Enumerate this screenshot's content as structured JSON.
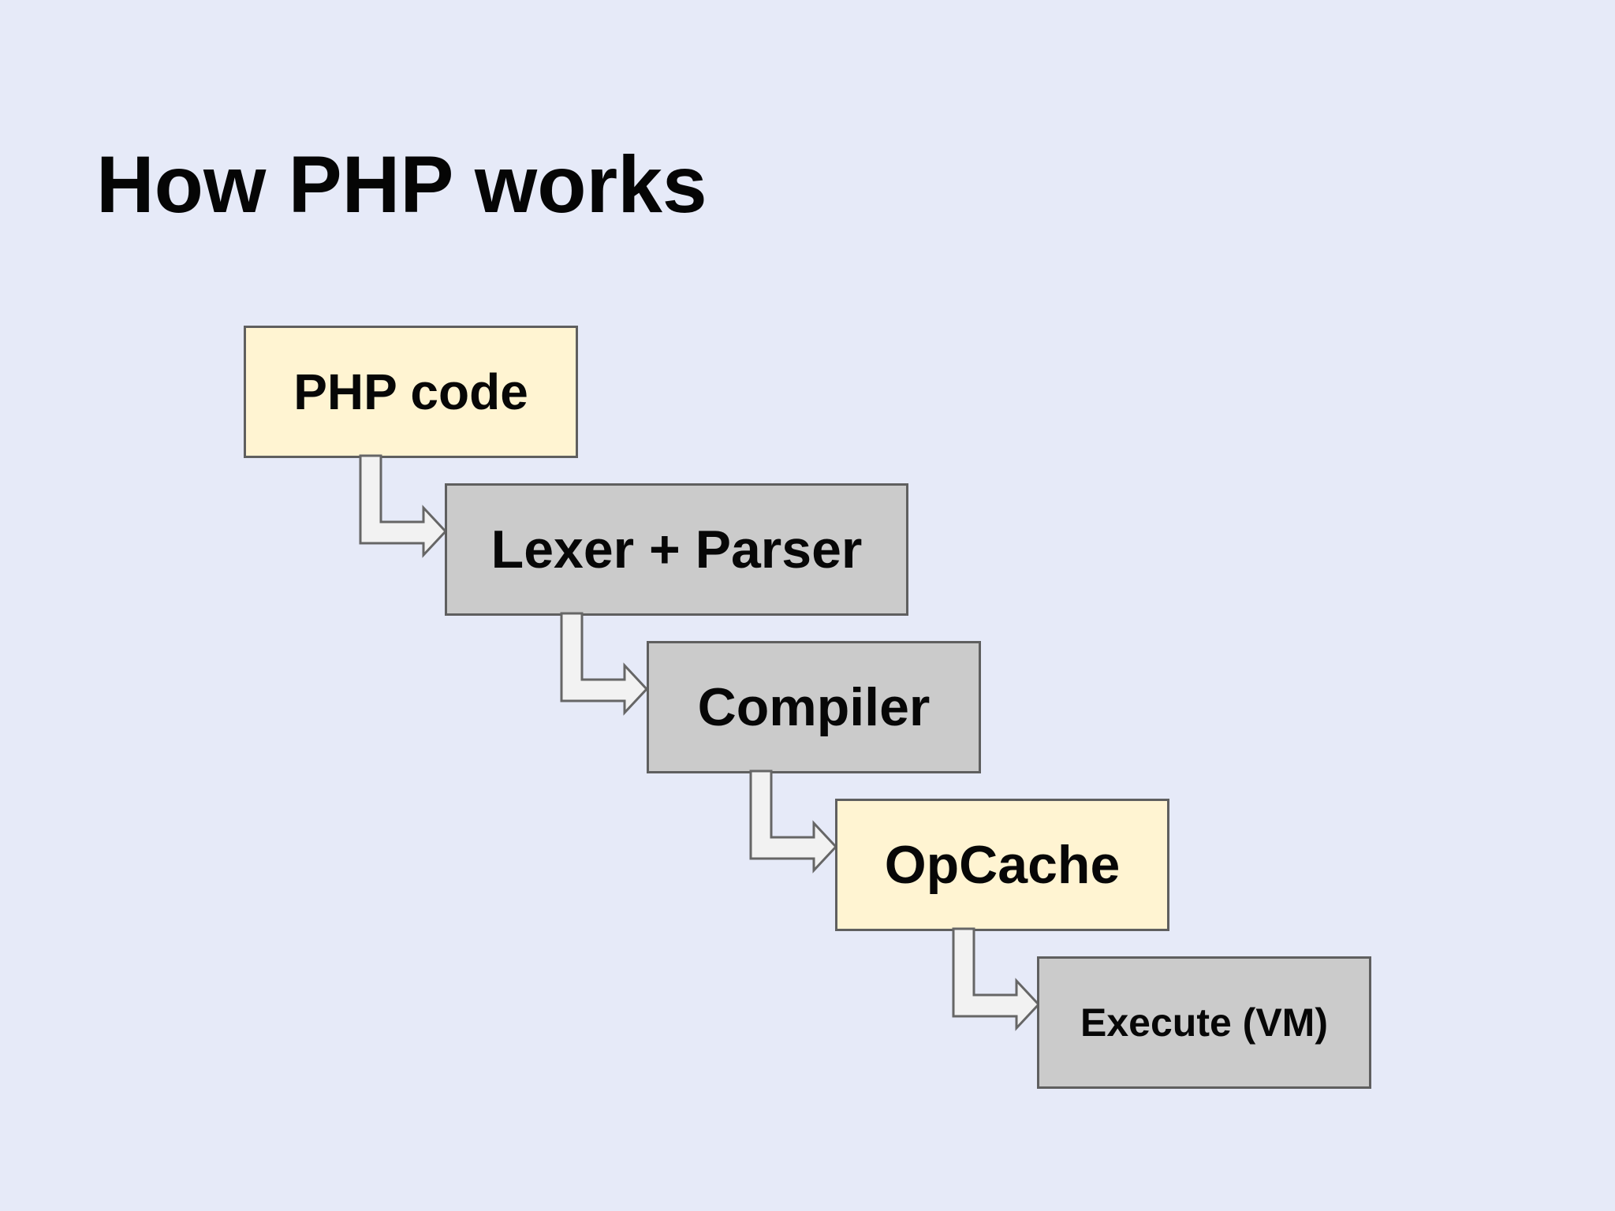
{
  "slide": {
    "title": "How PHP works",
    "steps": [
      {
        "label": "PHP code",
        "fill": "#fff4d2"
      },
      {
        "label": "Lexer + Parser",
        "fill": "#cbcbcb"
      },
      {
        "label": "Compiler",
        "fill": "#cbcbcb"
      },
      {
        "label": "OpCache",
        "fill": "#fff4d2"
      },
      {
        "label": "Execute (VM)",
        "fill": "#cbcbcb"
      }
    ],
    "colors": {
      "background": "#e6eaf8",
      "border": "#5f5f5f",
      "arrow_fill": "#f2f2f2",
      "highlight": "#fff4d2",
      "neutral": "#cbcbcb"
    },
    "connector_icon": "bent-arrow-icon"
  }
}
